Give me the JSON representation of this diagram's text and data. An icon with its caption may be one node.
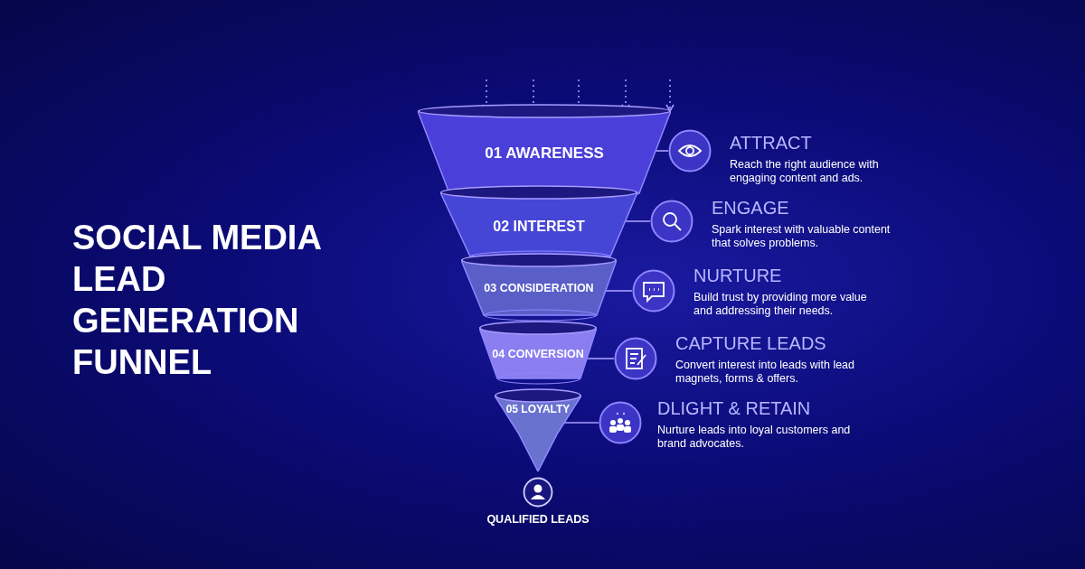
{
  "diagram": {
    "title": "SOCIAL MEDIA LEAD GENERATION FUNNEL",
    "nodes": [
      {
        "text": [
          "01 AWARENESS"
        ]
      },
      {
        "text": [],
        "shape": "circle",
        "beside": [
          "ATTRACT",
          "Reach the right audience with engaging content and ads."
        ]
      },
      {
        "text": [
          "02 INTEREST"
        ]
      },
      {
        "text": [],
        "shape": "circle",
        "beside": [
          "ENGAGE",
          "Spark interest with valuable content that solves problems."
        ]
      },
      {
        "text": [
          "03 CONSIDERATION"
        ]
      },
      {
        "text": [],
        "shape": "circle",
        "beside": [
          "NURTURE",
          "Build trust by providing more value and addressing their needs."
        ]
      },
      {
        "text": [
          "04 CONVERSION"
        ]
      },
      {
        "text": [],
        "shape": "circle",
        "beside": [
          "CAPTURE LEADS",
          "Convert interest into leads with lead magnets, forms & offers."
        ]
      },
      {
        "text": [
          "05 LOYALTY"
        ]
      },
      {
        "text": [],
        "shape": "circle",
        "beside": [
          "DLIGHT & RETAIN",
          "Nurture leads into loyal customers and brand advocates."
        ]
      },
      {
        "text": [
          "QUALIFIED LEADS"
        ]
      }
    ],
    "edges": [
      {
        "from": null,
        "to": 0,
        "arrow": "to",
        "style": "dashed"
      },
      {
        "from": null,
        "to": 0,
        "arrow": "to",
        "style": "dashed"
      },
      {
        "from": null,
        "to": 0,
        "arrow": "to",
        "style": "dashed"
      },
      {
        "from": null,
        "to": 0,
        "arrow": "to",
        "style": "dashed"
      },
      {
        "from": null,
        "to": 0,
        "arrow": "to",
        "style": "dashed"
      },
      {
        "from": 0,
        "to": 1,
        "arrow": "none"
      },
      {
        "from": 2,
        "to": 3,
        "arrow": "none"
      },
      {
        "from": 4,
        "to": 5,
        "arrow": "none"
      },
      {
        "from": 6,
        "to": 7,
        "arrow": "none"
      },
      {
        "from": 8,
        "to": 9,
        "arrow": "none"
      }
    ]
  }
}
